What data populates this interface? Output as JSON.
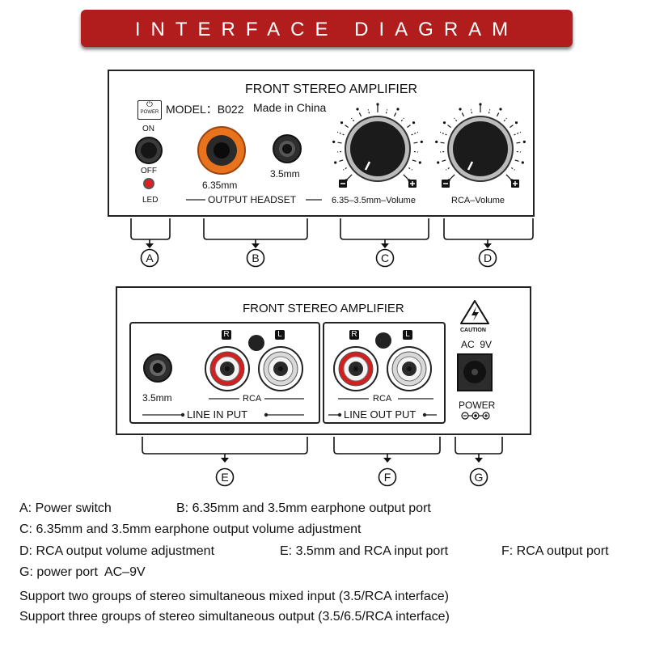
{
  "banner": {
    "title": "INTERFACE DIAGRAM"
  },
  "front_panel": {
    "title": "FRONT STEREO AMPLIFIER",
    "model": "MODEL：B022",
    "made_in": "Made in China",
    "power_icon_label": "POWER",
    "switch_on": "ON",
    "switch_off": "OFF",
    "led_label": "LED",
    "jack_635_label": "6.35mm",
    "jack_35_label": "3.5mm",
    "output_headset_label": "OUTPUT HEADSET",
    "knob1_label": "6.35–3.5mm–Volume",
    "knob2_label": "RCA–Volume"
  },
  "rear_panel": {
    "title": "FRONT STEREO AMPLIFIER",
    "r_label": "R",
    "l_label": "L",
    "jack_35_label": "3.5mm",
    "rca_label": "RCA",
    "line_in_label": "LINE IN PUT",
    "line_out_label": "LINE OUT PUT",
    "caution_label": "CAUTION",
    "ac_label": "AC  9V",
    "power_label": "POWER"
  },
  "callouts": [
    "A",
    "B",
    "C",
    "D",
    "E",
    "F",
    "G"
  ],
  "legend": {
    "line1_a": "A: Power switch",
    "line1_b": "B: 6.35mm and 3.5mm earphone output port",
    "line2": "C: 6.35mm and 3.5mm earphone output volume adjustment",
    "line3_a": "D: RCA output volume adjustment",
    "line3_b": "E: 3.5mm and RCA input port",
    "line3_c": "F: RCA output port",
    "line4": "G: power port  AC–9V",
    "support1": "Support two groups of stereo simultaneous mixed input (3.5/RCA interface)",
    "support2": "Support three groups of stereo simultaneous output (3.5/6.5/RCA interface)"
  },
  "colors": {
    "banner": "#b11d1d",
    "led": "#e02020",
    "jack_orange": "#e8731c",
    "rca_red": "#d21f1f"
  }
}
